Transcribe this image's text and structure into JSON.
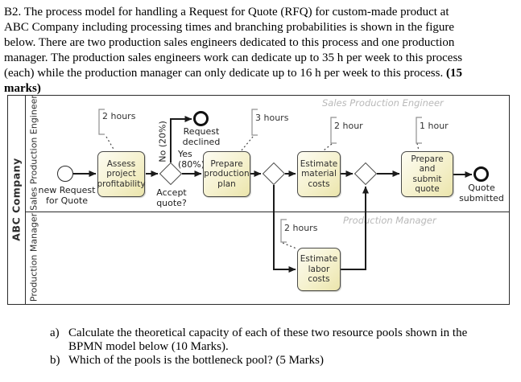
{
  "question": {
    "lines": [
      "B2. The process model for handling a Request for Quote (RFQ) for custom-made product at",
      "ABC Company including processing times and branching probabilities is shown in the figure",
      "below. There are two production sales engineers dedicated to this process and one production",
      "manager. The production sales engineers work can dedicate up to 35 h per week to this process"
    ],
    "line5_normal": "(each) while the production manager can only dedicate up to 16 h per week to this process. ",
    "line5_bold": "(15",
    "line6_bold": "marks)"
  },
  "sub_questions": {
    "a_label": "a)",
    "a_line1": "Calculate the theoretical capacity of each of these two resource pools shown in the",
    "a_line2": "BPMN model below (10 Marks).",
    "b_label": "b)",
    "b_line1": "Which of the pools is the bottleneck pool? (5 Marks)"
  },
  "diagram": {
    "pool_label": "ABC Company",
    "lanes": [
      {
        "label": "Sales Production Engineer"
      },
      {
        "label": "Production Manager"
      }
    ],
    "watermarks": [
      "Sales Production Engineer",
      "Production Manager"
    ],
    "events": {
      "start_label": "new Request\nfor Quote",
      "declined_label": "Request\ndeclined",
      "submitted_label": "Quote\nsubmitted"
    },
    "tasks": [
      {
        "label": "Assess\nproject\nprofitability"
      },
      {
        "label": "Prepare\nproduction\nplan"
      },
      {
        "label": "Estimate\nmaterial\ncosts"
      },
      {
        "label": "Prepare\nand\nsubmit\nquote"
      },
      {
        "label": "Estimate\nlabor\ncosts"
      }
    ],
    "gateway_labels": {
      "question": "Accept quote?",
      "yes": "Yes\n(80%)",
      "no": "No (20%)"
    },
    "annotations": [
      {
        "text": "2 hours"
      },
      {
        "text": "3 hours"
      },
      {
        "text": "2 hour"
      },
      {
        "text": "1 hour"
      },
      {
        "text": "2 hours"
      }
    ],
    "colors": {
      "task_fill_light": "#fdfcf2",
      "task_fill_dark": "#ebe5ac",
      "shape_border": "#4a4a48",
      "flow_line": "#1b1b1b",
      "watermark_gray": "#b9b9b9",
      "annotation_bracket": "#909090"
    }
  }
}
